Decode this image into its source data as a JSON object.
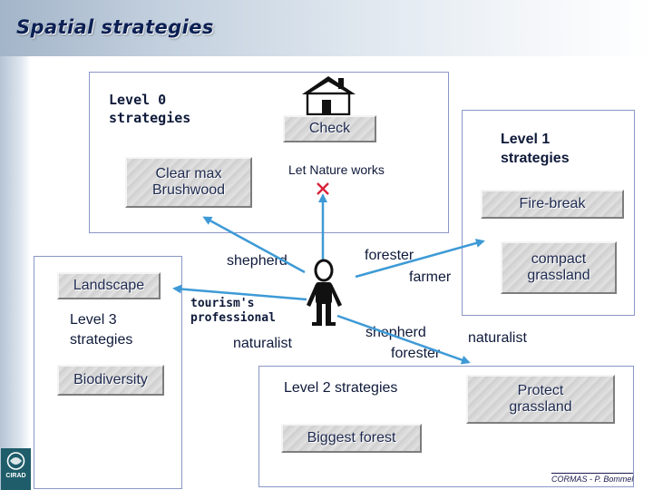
{
  "title": "Spatial strategies",
  "logo_text": "CIRAD",
  "level0": {
    "label": "Level 0\nstrategies",
    "check": "Check",
    "clear": "Clear max\nBrushwood",
    "let_nature": "Let Nature works"
  },
  "level1": {
    "label": "Level 1\nstrategies",
    "firebreak": "Fire-break",
    "compact": "compact\ngrassland",
    "naturalist": "naturalist"
  },
  "level2": {
    "label": "Level 2 strategies",
    "protect": "Protect\ngrassland",
    "biggest": "Biggest forest"
  },
  "level3": {
    "landscape": "Landscape",
    "label": "Level 3\nstrategies",
    "biodiversity": "Biodiversity"
  },
  "actors": {
    "shepherd_top": "shepherd",
    "forester_top": "forester",
    "farmer": "farmer",
    "tourism": "tourism's\nprofessional",
    "naturalist_left": "naturalist",
    "shepherd_bottom": "shepherd",
    "forester_bottom": "forester"
  },
  "footer": "CORMAS - P. Bommel",
  "colors": {
    "frame": "#8a97c7",
    "arrow": "#3e9ad6",
    "cross": "#d8223a",
    "title": "#0c2054"
  },
  "icons": {
    "house": "house-icon",
    "person": "person-icon",
    "cross": "cross-icon"
  }
}
